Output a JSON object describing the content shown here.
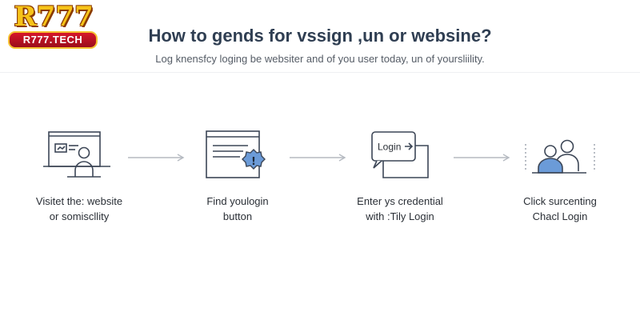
{
  "logo": {
    "main": "R777",
    "sub": "R777.TECH"
  },
  "title": "How to gends for vssign ,un or websine?",
  "subtitle": "Log knensfcy loging be websiter and of you user today, un of yoursliility.",
  "steps": [
    {
      "icon": "user-at-computer-icon",
      "line1": "Visitet the: website",
      "line2": "or somiscllity"
    },
    {
      "icon": "login-form-alert-icon",
      "line1": "Find youlogin",
      "line2": "button"
    },
    {
      "icon": "login-chat-bubble-icon",
      "bubble_text": "Login",
      "line1": "Enter ys credential",
      "line2": "with :Tily Login"
    },
    {
      "icon": "users-icon",
      "line1": "Click surcenting",
      "line2": "Chacl Login"
    }
  ],
  "colors": {
    "title": "#2f3e52",
    "icon_stroke": "#3c4656",
    "accent_blue": "#6b9bd8",
    "connector": "#b5bac1"
  }
}
